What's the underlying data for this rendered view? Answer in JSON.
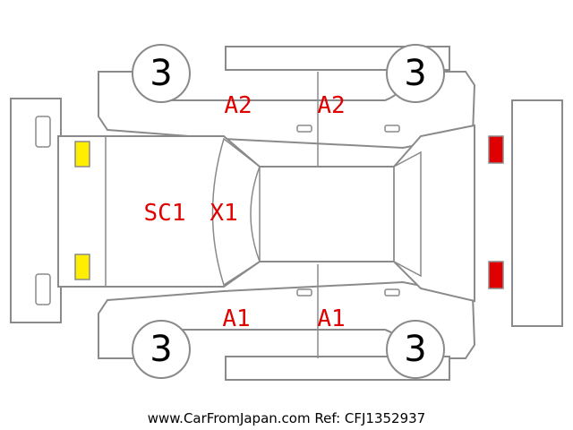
{
  "tires": {
    "front_left": "3",
    "front_right": "3",
    "rear_left": "3",
    "rear_right": "3"
  },
  "damage_codes": {
    "right_front_door": "A2",
    "right_rear_door": "A2",
    "hood_primary": "SC1",
    "hood_secondary": "X1",
    "left_front_door": "A1",
    "left_rear_door": "A1"
  },
  "lamps": {
    "front_color": "#ffee00",
    "rear_color": "#e00000"
  },
  "colors": {
    "outline": "#8a8a8a",
    "code_text": "#e00000"
  },
  "footer": "www.CarFromJapan.com Ref: CFJ1352937"
}
